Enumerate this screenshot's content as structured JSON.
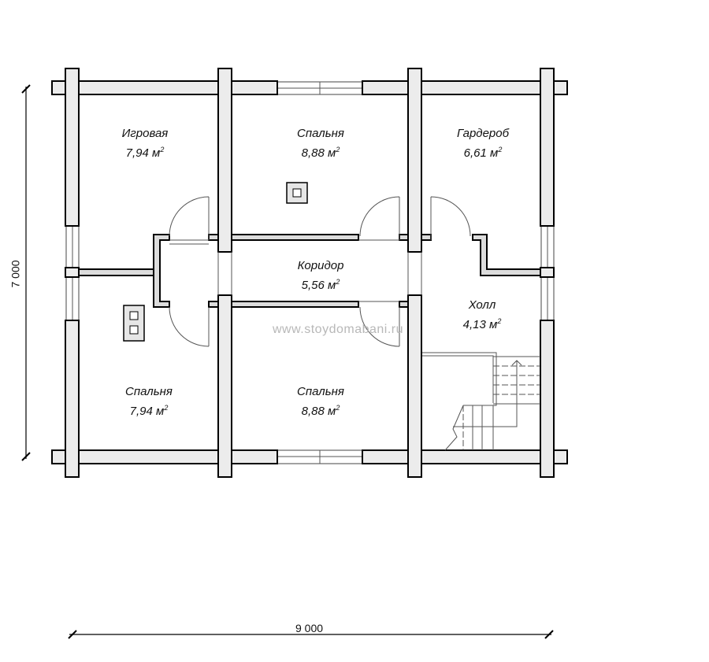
{
  "rooms": [
    {
      "name": "Игровая",
      "area": "7,94 м",
      "sup": "2"
    },
    {
      "name": "Спальня",
      "area": "8,88 м",
      "sup": "2"
    },
    {
      "name": "Гардероб",
      "area": "6,61 м",
      "sup": "2"
    },
    {
      "name": "Коридор",
      "area": "5,56 м",
      "sup": "2"
    },
    {
      "name": "Холл",
      "area": "4,13 м",
      "sup": "2"
    },
    {
      "name": "Спальня",
      "area": "7,94 м",
      "sup": "2"
    },
    {
      "name": "Спальня",
      "area": "8,88 м",
      "sup": "2"
    }
  ],
  "watermark": "www.stoydomabani.ru",
  "dimensions": {
    "height": "7 000",
    "width": "9 000"
  }
}
